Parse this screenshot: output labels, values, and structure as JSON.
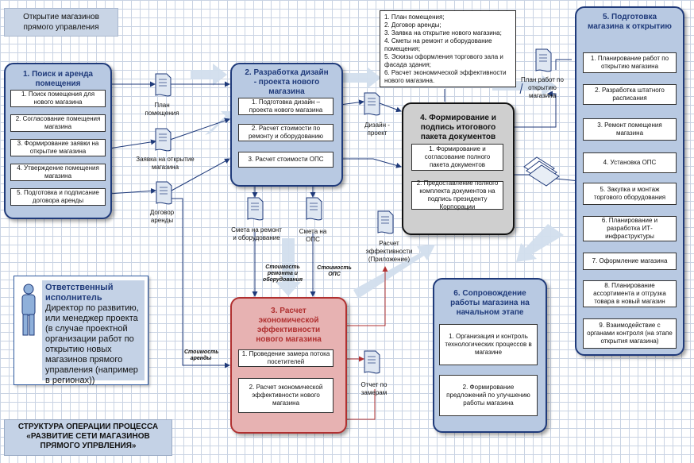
{
  "header": {
    "title": "Открытие магазинов прямого управления"
  },
  "footer": {
    "title": "СТРУКТУРА ОПЕРАЦИИ ПРОЦЕССА «РАЗВИТИЕ СЕТИ МАГАЗИНОВ ПРЯМОГО УПРВЛЕНИЯ»"
  },
  "colors": {
    "blue_border": "#1f3a7a",
    "blue_fill": "#b8c9e2",
    "red_border": "#b03030",
    "red_fill": "#e7b2b2",
    "gray_fill": "#cfcfcf",
    "flow_arrow": "#d2deed"
  },
  "processes": {
    "p1": {
      "title": "1. Поиск и аренда помещения",
      "items": [
        "1. Поиск помещения для нового магазина",
        "2. Согласование помещения магазина",
        "3. Формирование заявки на открытие магазина",
        "4. Утверждение помещения магазина",
        "5. Подготовка и подписание договора аренды"
      ]
    },
    "p2": {
      "title": "2. Разработка дизайн - проекта нового магазина",
      "items": [
        "1. Подготовка дизайн – проекта нового магазина",
        "2. Расчет стоимости по ремонту и оборудованию",
        "3. Расчет стоимости ОПС"
      ]
    },
    "p3": {
      "title": "3. Расчет экономической эффективности нового магазина",
      "items": [
        "1. Проведение замера потока посетителей",
        "2. Расчет экономической эффективности нового магазина"
      ]
    },
    "p4": {
      "title": "4. Формирование и подпись итогового пакета документов",
      "items": [
        "1. Формирование и согласование полного пакета документов",
        "2. Предоставление полного комплекта документов на подпись президенту Корпорации"
      ]
    },
    "p5": {
      "title": "5. Подготовка магазина к открытию",
      "items": [
        "1. Планирование работ по открытию магазина",
        "2. Разработка штатного расписания",
        "3. Ремонт помещения магазина",
        "4. Установка ОПС",
        "5. Закупка и монтаж торгового оборудования",
        "6. Планирование и разработка ИТ-инфраструктуры",
        "7. Оформление магазина",
        "8. Планирование ассортимента и отгрузка товара в новый магазин",
        "9. Взаимодействие с органами контроля (на этапе открытия магазина)"
      ]
    },
    "p6": {
      "title": "6. Сопровождение работы магазина на начальном этапе",
      "items": [
        "1. Организация и контроль технологических процессов в магазине",
        "2. Формирование предложений по улучшению работы магазина"
      ]
    }
  },
  "documents": {
    "plan": "План помещения",
    "zayavka": "Заявка на открытие магазина",
    "dogovor": "Договор аренды",
    "design": "Дизайн - проект",
    "smeta_remont": "Смета на ремонт и оборудование",
    "smeta_ops": "Смета на ОПС",
    "raschet": "Расчет эффективности (Приложение)",
    "otchet": "Отчет по замерам",
    "plan_rabot": "План работ по открытию магазина"
  },
  "flow_labels": {
    "stoim_remont": "Стоимость ремонта и оборудования",
    "stoim_ops": "Стоимость ОПС",
    "stoim_arendy": "Стоимость аренды"
  },
  "package_list": [
    "1. План помещения;",
    "2. Договор аренды;",
    "3. Заявка на открытие нового магазина;",
    "4. Сметы на ремонт и оборудование помещения;",
    "5. Эскизы оформления торгового зала и фасада здания;",
    "6. Расчет экономической эффективности нового магазина."
  ],
  "responsible": {
    "title": "Ответственный исполнитель",
    "text": "Директор по развитию, или менеджер проекта (в случае проектной организации работ по открытию новых магазинов прямого управления (например в регионах))"
  }
}
